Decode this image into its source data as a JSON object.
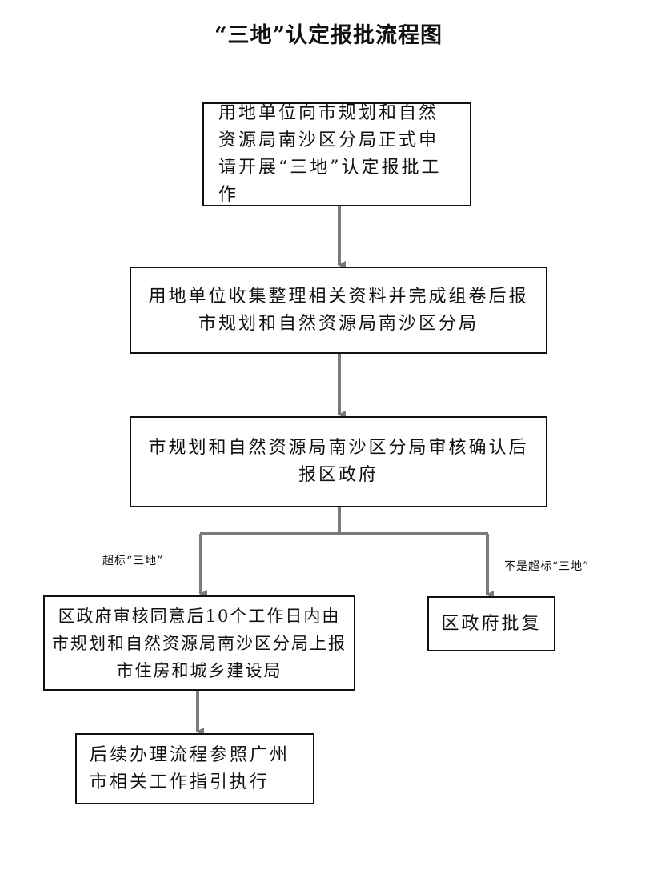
{
  "title": "“三地”认定报批流程图",
  "nodes": {
    "step1": "用地单位向市规划和自然资源局南沙区分局正式申请开展“三地”认定报批工作",
    "step2": "用地单位收集整理相关资料并完成组卷后报市规划和自然资源局南沙区分局",
    "step3": "市规划和自然资源局南沙区分局审核确认后报区政府",
    "step4": "区政府审核同意后10个工作日内由市规划和自然资源局南沙区分局上报市住房和城乡建设局",
    "step5": "区政府批复",
    "step6": "后续办理流程参照广州市相关工作指引执行"
  },
  "edge_labels": {
    "left": "超标“三地”",
    "right": "不是超标“三地”"
  },
  "colors": {
    "connector": "#7a7a7a",
    "border": "#111111"
  }
}
